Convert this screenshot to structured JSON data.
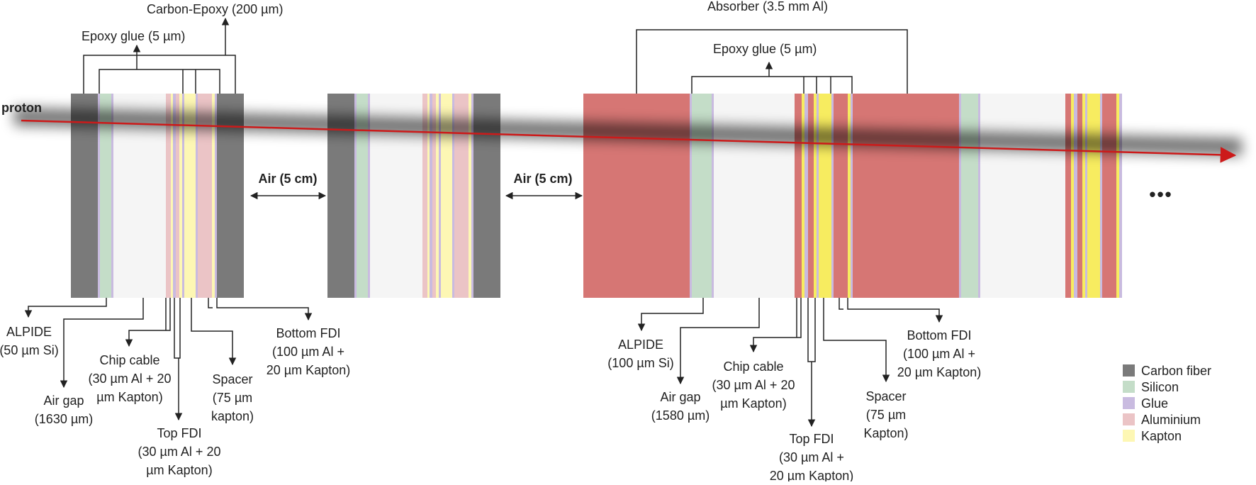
{
  "colors": {
    "carbon": "#7a7a7a",
    "silicon": "#c4ddc8",
    "glue": "#c9bbe0",
    "aluminium": "#ebc4c6",
    "kapton": "#fdf7b4",
    "air": "#f5f5f5",
    "absorber": "#d67674",
    "beam": "#cc1a1a",
    "line": "#222222"
  },
  "labels": {
    "proton": "proton",
    "carbon_epoxy": "Carbon-Epoxy (200 µm)",
    "epoxy_glue_1": "Epoxy glue (5 µm)",
    "epoxy_glue_2": "Epoxy glue (5 µm)",
    "absorber": "Absorber (3.5 mm Al)",
    "air_gap_1": "Air (5 cm)",
    "air_gap_2": "Air (5 cm)",
    "ellipsis": "•••"
  },
  "left_callouts": {
    "alpide": [
      "ALPIDE",
      "(50 µm Si)"
    ],
    "air_gap": [
      "Air gap",
      "(1630 µm)"
    ],
    "chip_cable": [
      "Chip cable",
      "(30 µm Al + 20",
      "µm Kapton)"
    ],
    "top_fdi": [
      "Top FDI",
      "(30 µm Al + 20",
      "µm Kapton)"
    ],
    "spacer": [
      "Spacer",
      "(75 µm",
      "kapton)"
    ],
    "bottom_fdi": [
      "Bottom FDI",
      "(100 µm Al +",
      "20 µm Kapton)"
    ]
  },
  "right_callouts": {
    "alpide": [
      "ALPIDE",
      "(100 µm Si)"
    ],
    "air_gap": [
      "Air gap",
      "(1580 µm)"
    ],
    "chip_cable": [
      "Chip cable",
      "(30 µm Al + 20",
      "µm Kapton)"
    ],
    "top_fdi": [
      "Top FDI",
      "(30 µm Al +",
      "20 µm Kapton)"
    ],
    "spacer": [
      "Spacer",
      "(75 µm",
      "Kapton)"
    ],
    "bottom_fdi": [
      "Bottom FDI",
      "(100 µm Al +",
      "20 µm Kapton)"
    ]
  },
  "legend": [
    {
      "label": "Carbon fiber",
      "color": "#7a7a7a"
    },
    {
      "label": "Silicon",
      "color": "#c4ddc8"
    },
    {
      "label": "Glue",
      "color": "#c9bbe0"
    },
    {
      "label": "Aluminium",
      "color": "#ebc4c6"
    },
    {
      "label": "Kapton",
      "color": "#fdf7b4"
    }
  ]
}
